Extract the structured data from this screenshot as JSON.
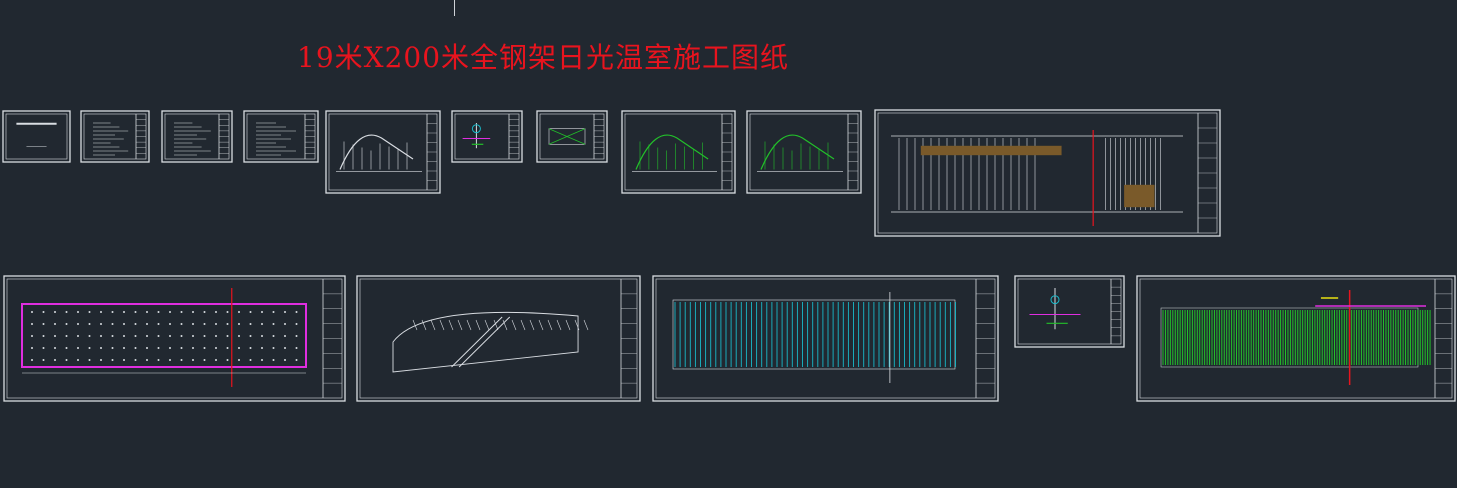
{
  "drawing": {
    "title": "19米X200米全钢架日光温室施工图纸"
  },
  "colors": {
    "background": "#212830",
    "sheet_border": "#d9dde2",
    "title_text": "#e8141e",
    "magenta": "#e02ee0",
    "green": "#22c02a",
    "cyan": "#19b8c8",
    "red_line": "#e8141e",
    "yellow": "#e8e010",
    "brown_hatch": "#7a5a2a"
  },
  "sheets": [
    {
      "name": "cover-sheet",
      "type": "cover"
    },
    {
      "name": "contents-sheet",
      "type": "text"
    },
    {
      "name": "design-notes-sheet-1",
      "type": "text"
    },
    {
      "name": "design-notes-sheet-2",
      "type": "text"
    },
    {
      "name": "foundation-section-sheet",
      "type": "section"
    },
    {
      "name": "detail-node-sheet",
      "type": "detail"
    },
    {
      "name": "truss-elevation-sheet",
      "type": "truss"
    },
    {
      "name": "greenhouse-section-sheet",
      "type": "section-green"
    },
    {
      "name": "greenhouse-section-sheet-2",
      "type": "section-green-2"
    },
    {
      "name": "frame-elevation-sheet",
      "type": "elevation"
    },
    {
      "name": "foundation-plan-sheet",
      "type": "plan-magenta"
    },
    {
      "name": "axonometric-view-sheet",
      "type": "axon"
    },
    {
      "name": "purlin-plan-sheet",
      "type": "plan-cyan"
    },
    {
      "name": "gable-detail-sheet",
      "type": "detail-2"
    },
    {
      "name": "roof-cover-plan-sheet",
      "type": "plan-green"
    }
  ]
}
